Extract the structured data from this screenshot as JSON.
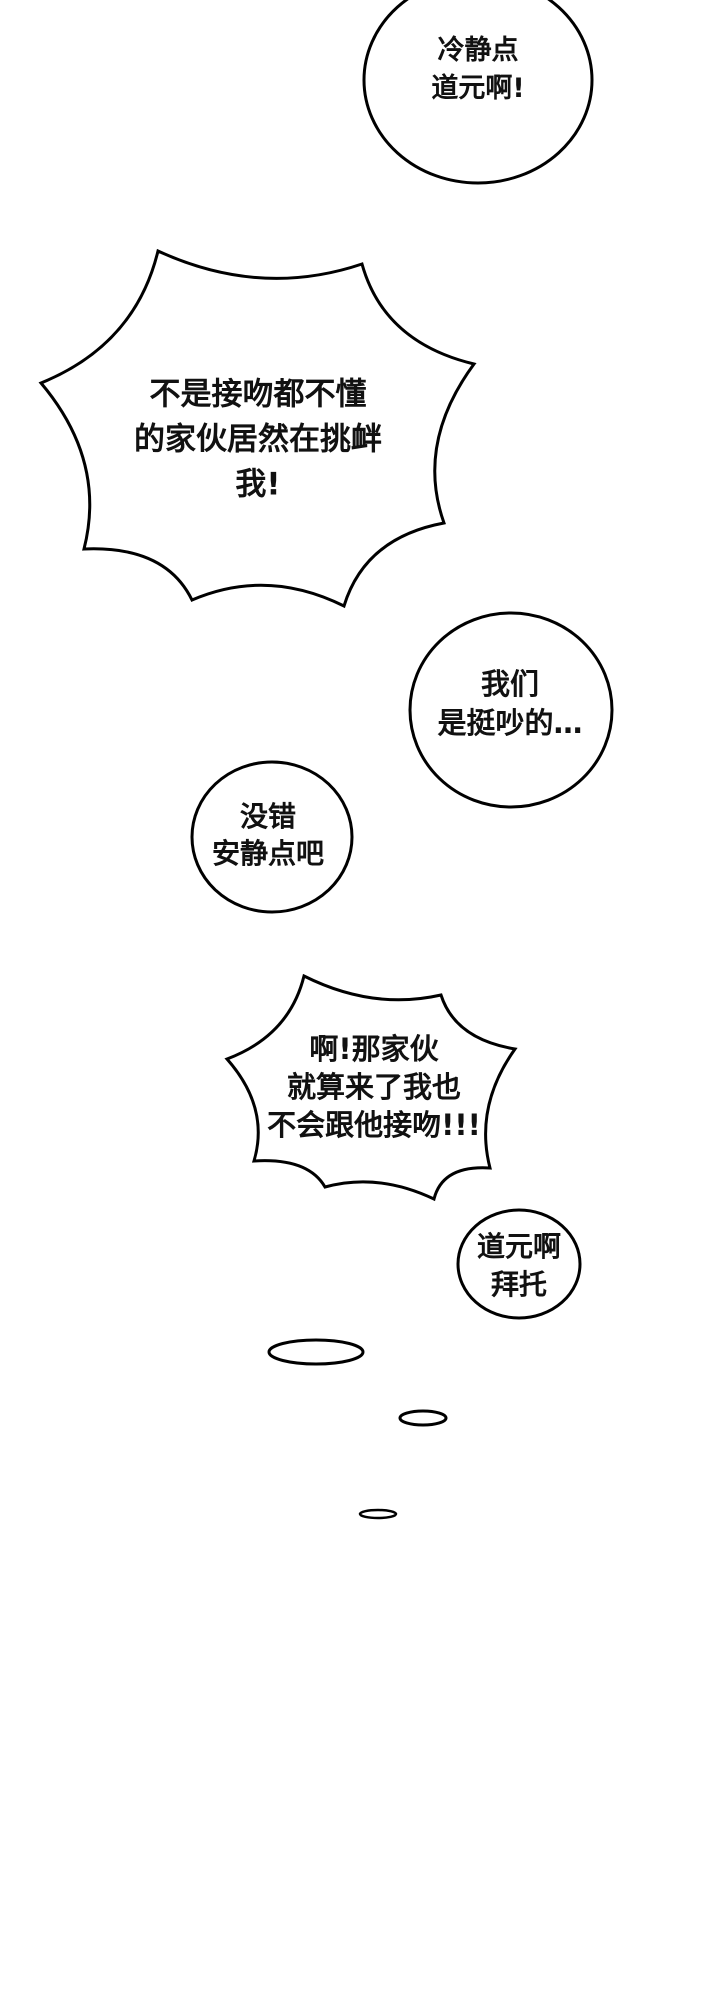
{
  "colors": {
    "background": "#ffffff",
    "ink": "#111111"
  },
  "bubbles": [
    {
      "type": "round",
      "lines": [
        "冷静点",
        "道元啊!"
      ]
    },
    {
      "type": "spiky",
      "lines": [
        "不是接吻都不懂",
        "的家伙居然在挑衅",
        "我!"
      ]
    },
    {
      "type": "round",
      "lines": [
        "我们",
        "是挺吵的…"
      ]
    },
    {
      "type": "round",
      "lines": [
        "没错",
        "安静点吧"
      ]
    },
    {
      "type": "spiky",
      "lines": [
        "啊!那家伙",
        "就算来了我也",
        "不会跟他接吻!!!"
      ]
    },
    {
      "type": "round",
      "lines": [
        "道元啊",
        "拜托"
      ]
    }
  ]
}
